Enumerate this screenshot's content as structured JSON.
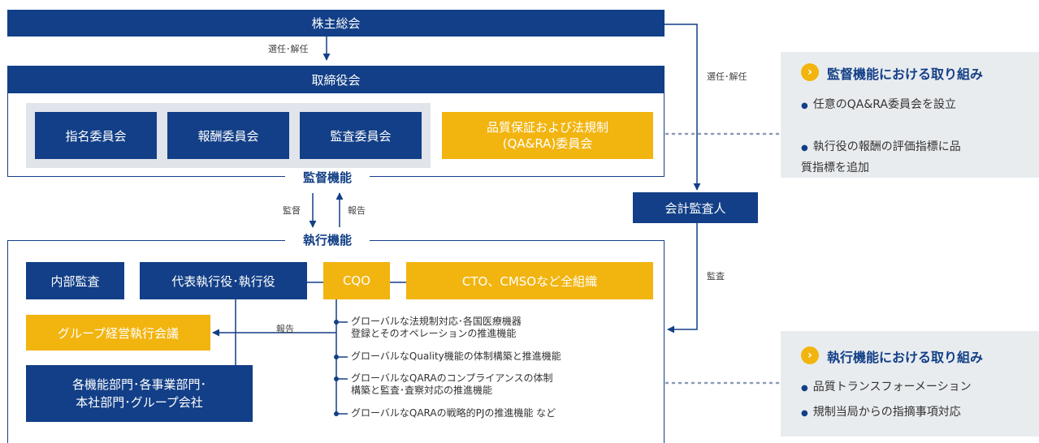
{
  "shareholders": "株主総会",
  "board": "取締役会",
  "elect_dismiss": "選任･解任",
  "committees": [
    "指名委員会",
    "報酬委員会",
    "監査委員会"
  ],
  "qara_committee": "品質保証および法規制\n(QA&RA)委員会",
  "supervisory_function": "監督機能",
  "supervise": "監督",
  "report": "報告",
  "accounting_auditor": "会計監査人",
  "audit": "監査",
  "execution_function": "執行機能",
  "internal_audit": "内部監査",
  "executives": "代表執行役･執行役",
  "cqo": "CQO",
  "cto_org": "CTO、CMSOなど全組織",
  "group_meeting": "グループ経営執行会議",
  "departments": "各機能部門･各事業部門･\n本社部門･グループ会社",
  "cqo_functions": [
    "グローバルな法規制対応･各国医療機器\n登録とそのオペレーションの推進機能",
    "グローバルなQuality機能の体制構築と推進機能",
    "グローバルなQARAのコンプライアンスの体制\n構築と監査･査察対応の推進機能",
    "グローバルなQARAの戦略的PJの推進機能 など"
  ],
  "supervisory_panel": {
    "title": "監督機能における取り組み",
    "items": [
      "任意のQA&RA委員会を設立",
      "執行役の報酬の評価指標に品\n質指標を追加"
    ]
  },
  "execution_panel": {
    "title": "執行機能における取り組み",
    "items": [
      "品質トランスフォーメーション",
      "規制当局からの指摘事項対応"
    ]
  },
  "colors": {
    "navy": "#123f87",
    "gold": "#f2b40f",
    "panel": "#e9ecef"
  }
}
